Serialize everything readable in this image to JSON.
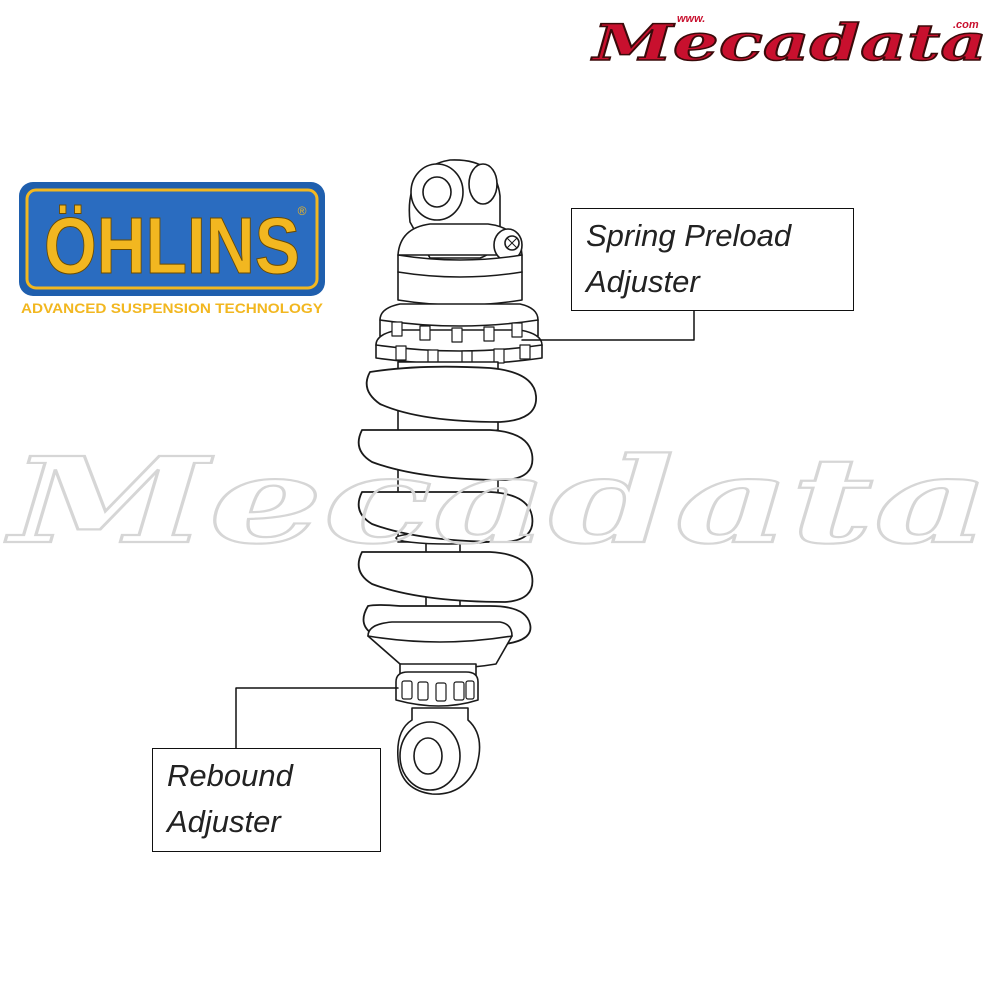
{
  "brand_logo": {
    "wordmark": "ÖHLINS",
    "registered_mark": "®",
    "tagline": "ADVANCED SUSPENSION TECHNOLOGY",
    "colors": {
      "frame": "#1f5fae",
      "fill": "#f2b720",
      "text_on_frame": "#f2b720"
    }
  },
  "site_logo": {
    "prefix": "www.",
    "name": "Mecadata",
    "suffix": ".com",
    "colors": {
      "red": "#c8102e",
      "outline": "#3a0a0a"
    }
  },
  "watermark": {
    "text": "Mecadata"
  },
  "callouts": [
    {
      "id": "spring-preload",
      "lines": [
        "Spring Preload",
        "Adjuster"
      ]
    },
    {
      "id": "rebound",
      "lines": [
        "Rebound",
        "Adjuster"
      ]
    }
  ]
}
